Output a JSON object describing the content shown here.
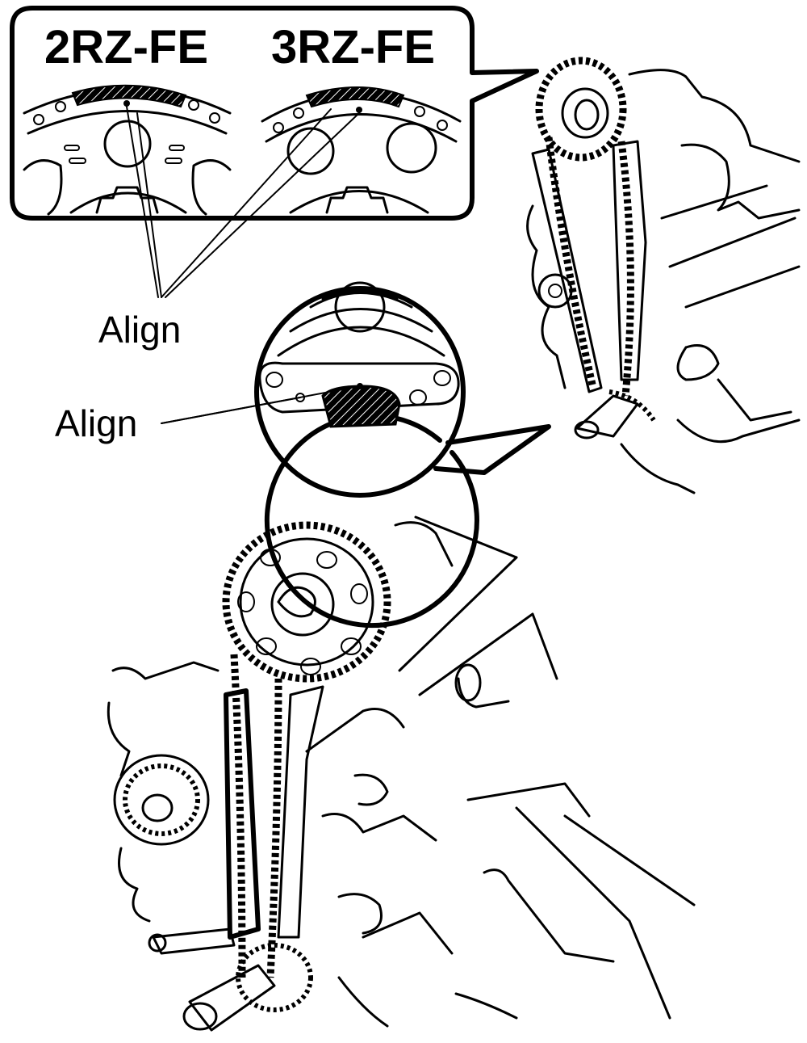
{
  "callout": {
    "label_left": "2RZ-FE",
    "label_right": "3RZ-FE"
  },
  "annotations": {
    "align_top": "Align",
    "align_bottom": "Align"
  },
  "colors": {
    "ink": "#000000",
    "paper": "#ffffff"
  }
}
